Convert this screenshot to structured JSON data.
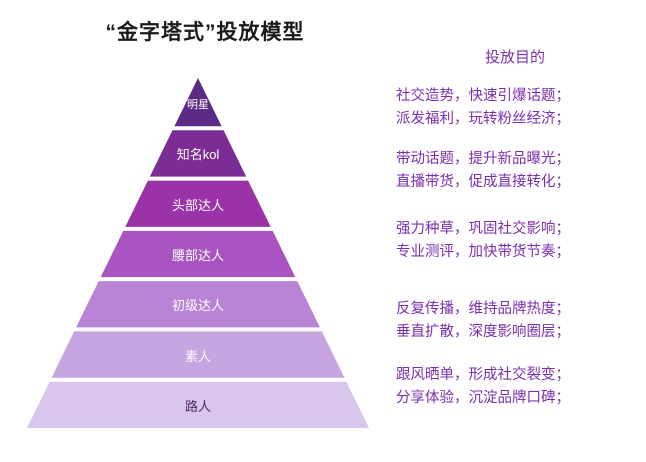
{
  "header": {
    "title": "“金字塔式”投放模型",
    "right_title": "投放目的"
  },
  "colors": {
    "accent_text": "#7b2fb0",
    "layer_1": "#5b2a86",
    "layer_2": "#7b2d95",
    "layer_3": "#9b33a8",
    "layer_4": "#a855c2",
    "layer_5": "#b983d6",
    "layer_6": "#c6a5e0",
    "layer_7": "#d9c6ec"
  },
  "pyramid": {
    "layers": [
      {
        "label": "明星",
        "color": "#5b2a86",
        "text_color": "light"
      },
      {
        "label": "知名kol",
        "color": "#7b2d95",
        "text_color": "light"
      },
      {
        "label": "头部达人",
        "color": "#9b33a8",
        "text_color": "light"
      },
      {
        "label": "腰部达人",
        "color": "#a855c2",
        "text_color": "light"
      },
      {
        "label": "初级达人",
        "color": "#b983d6",
        "text_color": "light"
      },
      {
        "label": "素人",
        "color": "#c6a5e0",
        "text_color": "light"
      },
      {
        "label": "路人",
        "color": "#d9c6ec",
        "text_color": "dark"
      }
    ]
  },
  "purposes": [
    {
      "lines": [
        "社交造势，快速引爆话题；",
        "派发福利，玩转粉丝经济；"
      ]
    },
    {
      "lines": [
        "带动话题，提升新品曝光；",
        "直播带货，促成直接转化；"
      ]
    },
    {
      "lines": [
        "强力种草，巩固社交影响；",
        "专业测评，加快带货节奏；"
      ]
    },
    {
      "lines": [
        "反复传播，维持品牌热度；",
        "垂直扩散，深度影响圈层；"
      ]
    },
    {
      "lines": [
        "跟风晒单，形成社交裂变；",
        "分享体验，沉淀品牌口碑；"
      ]
    }
  ]
}
